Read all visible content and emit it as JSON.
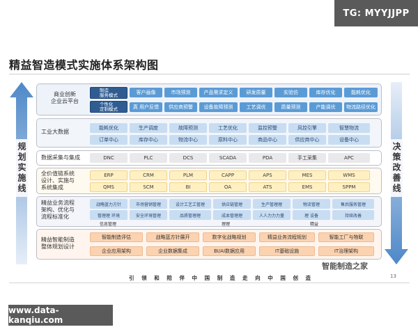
{
  "watermark_top": "TG: MYYJJPP",
  "watermark_bottom": "www.data-kanqiu.com",
  "title": "精益智造模式实施体系架构图",
  "left_side_label": "规划实施线",
  "right_side_label": "决策改善线",
  "layers": {
    "l1": {
      "label": "商业创新\n企业云平台",
      "navy": [
        "制造\n服务模式",
        "个性化\n定制模式"
      ],
      "row1": [
        "客户画像",
        "市场预测",
        "产品需求定义",
        "研发质量",
        "实验仿",
        "库存优化",
        "能耗优化"
      ],
      "row2": [
        "真 用户反馈",
        "供应商预警",
        "设备故障预测",
        "工艺调优",
        "质量预测",
        "产能调优",
        "物流路径优化"
      ]
    },
    "l2": {
      "label": "工业大数据",
      "row1": [
        "能耗优化",
        "生产调度",
        "故障预测",
        "工艺优化",
        "监控预警",
        "风控引擎",
        "智慧物流"
      ],
      "row2": [
        "订单中心",
        "库存中心",
        "物流中心",
        "原料中心",
        "商品中心",
        "供应商中心",
        "设备中心"
      ]
    },
    "l3": {
      "label": "数据采集与集成",
      "items": [
        "DNC",
        "PLC",
        "DCS",
        "SCADA",
        "PDA",
        "手工采集",
        "APC"
      ]
    },
    "l4": {
      "label": "全价值链系统\n设计、实施与\n系统集成",
      "row1": [
        "ERP",
        "CRM",
        "PLM",
        "CAPP",
        "APS",
        "MES",
        "WMS"
      ],
      "row2": [
        "QMS",
        "SCM",
        "BI",
        "OA",
        "ATS",
        "EMS",
        "SPPM"
      ]
    },
    "l5": {
      "label": "精益业务流程\n架构、优化与\n流程标准化",
      "row1": [
        "战略蓝力方针",
        "市场营销管理",
        "设计工艺工管理",
        "供应链管理",
        "生产管理理",
        "物流管理",
        "售后服务管理"
      ],
      "row2": [
        "管理理 环境",
        "安全环境管理",
        "品质管理理",
        "成本管理理",
        "人人力力力量",
        "理 设备",
        "持续改善"
      ],
      "under": [
        "信息管理",
        "理理",
        "精益"
      ]
    },
    "l6": {
      "label": "精益智能制造\n整体规划设计",
      "row1": [
        "智能制造评估",
        "战略蓝方针展开",
        "数字化战略规划",
        "精益业务流程规划",
        "智能工厂与物联"
      ],
      "row2": [
        "企业应用架构",
        "企业数据集成",
        "BI/AI数据应用",
        "IT基础设施",
        "IT治理架构"
      ]
    }
  },
  "banner": "引 领 和 陪 伴 中 国 制 造 走 向 中 国 创 造",
  "wechat": "智能制造之家",
  "page_number": "13"
}
